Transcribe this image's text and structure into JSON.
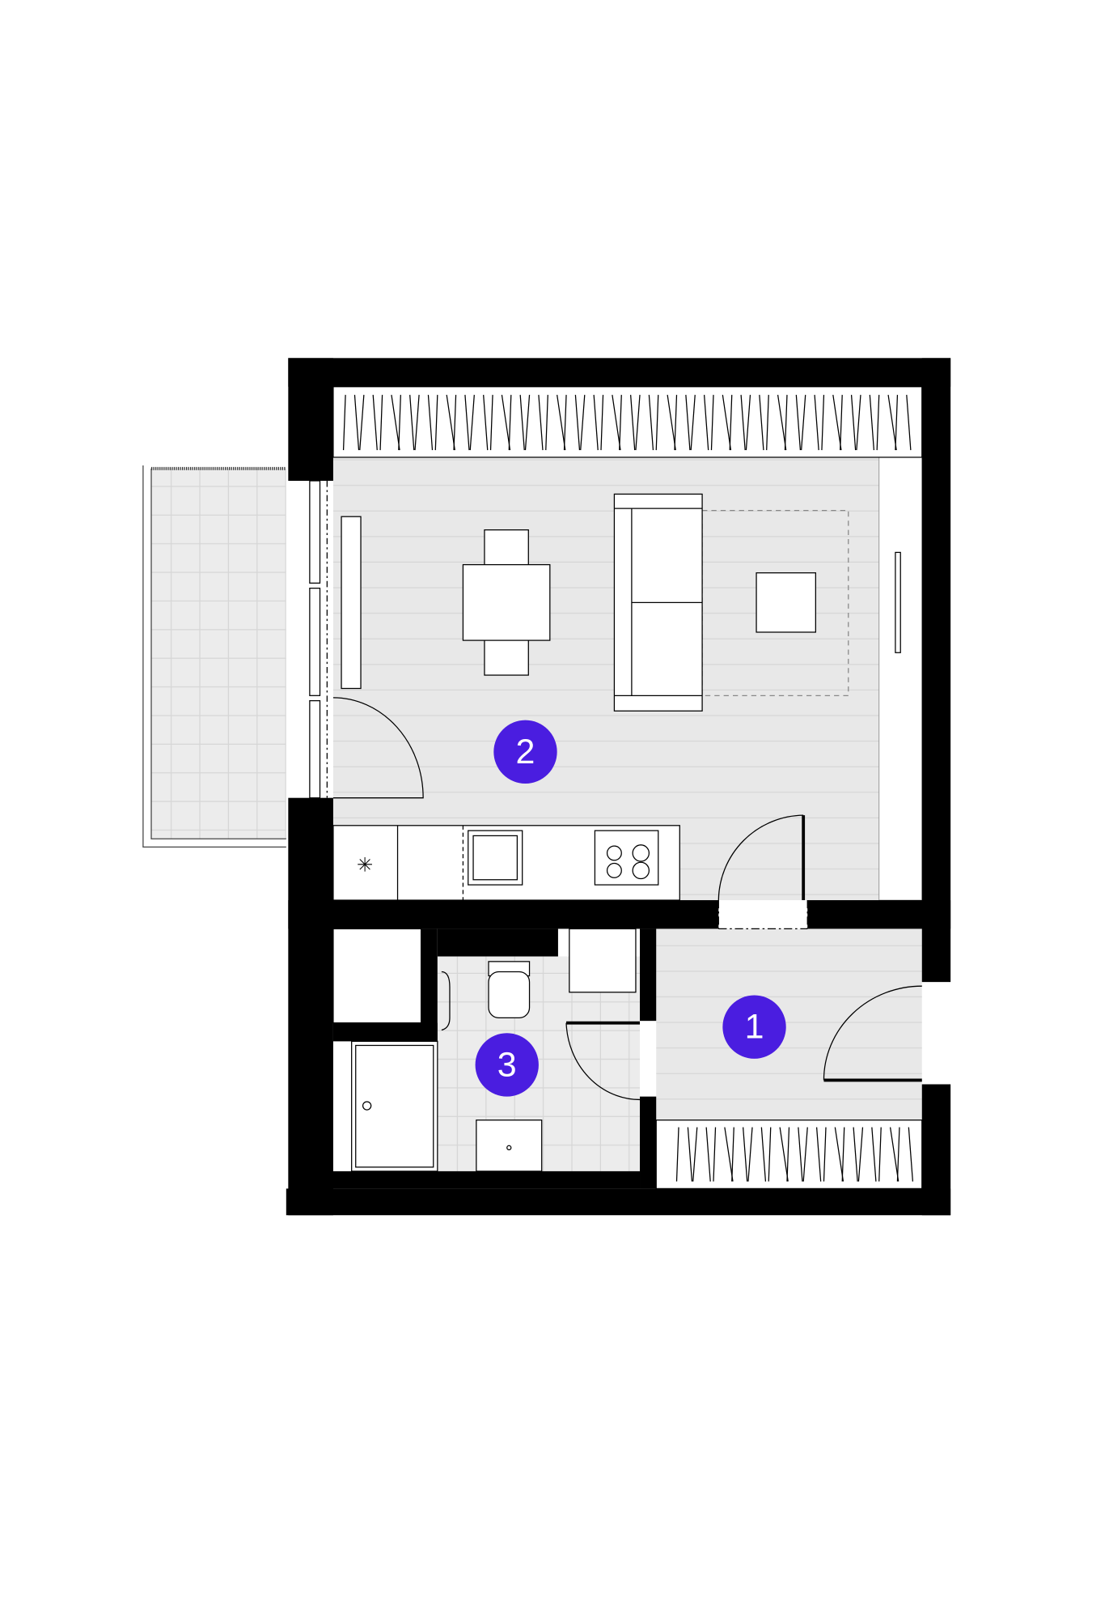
{
  "rooms": [
    {
      "number": "1"
    },
    {
      "number": "2"
    },
    {
      "number": "3"
    }
  ],
  "colors": {
    "marker": "#4a1de0",
    "wall": "#000000",
    "floor": "#e8e8e8"
  }
}
